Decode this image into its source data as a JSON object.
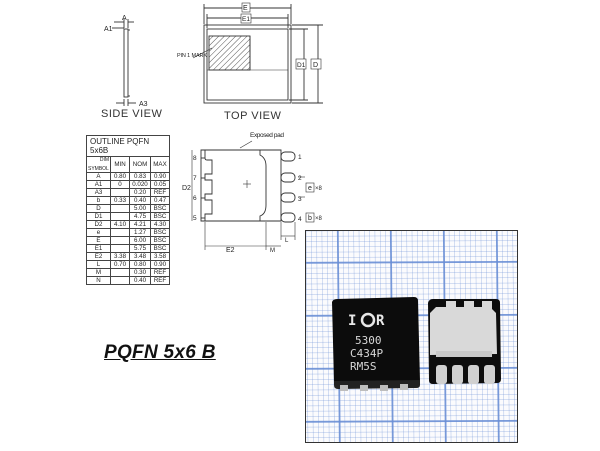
{
  "side_view": {
    "title": "SIDE VIEW",
    "dim_a": "A",
    "dim_a1": "A1",
    "dim_a3": "A3"
  },
  "top_view": {
    "title": "TOP VIEW",
    "dim_e": "E",
    "dim_e1": "E1",
    "dim_d": "D",
    "dim_d1": "D1",
    "pin_mark": "PIN 1 MARK"
  },
  "bottom_view": {
    "exposed_pad": "Exposed pad",
    "dim_d2": "D2",
    "dim_e2": "E2",
    "dim_m": "M",
    "dim_l": "L",
    "dim_e_pitch": "e",
    "dim_b": "b",
    "dim_x8_a": "×8",
    "dim_x8_b": "×8",
    "pins_left": [
      "8",
      "7",
      "6",
      "5"
    ],
    "pins_right": [
      "1",
      "2",
      "3",
      "4"
    ]
  },
  "outline_table": {
    "title": "OUTLINE  PQFN  5x6B",
    "header_dim": "DIM",
    "header_symbol": "SYMBOL",
    "headers": [
      "MIN",
      "NOM",
      "MAX"
    ],
    "rows": [
      {
        "sym": "A",
        "vals": [
          "0.80",
          "0.83",
          "0.90"
        ]
      },
      {
        "sym": "A1",
        "vals": [
          "0",
          "0.020",
          "0.05"
        ]
      },
      {
        "sym": "A3",
        "vals": [
          "",
          "0.20",
          "REF"
        ]
      },
      {
        "sym": "b",
        "vals": [
          "0.33",
          "0.40",
          "0.47"
        ]
      },
      {
        "sym": "D",
        "vals": [
          "",
          "5.00",
          "BSC"
        ]
      },
      {
        "sym": "D1",
        "vals": [
          "",
          "4.75",
          "BSC"
        ]
      },
      {
        "sym": "D2",
        "vals": [
          "4.10",
          "4.21",
          "4.30"
        ]
      },
      {
        "sym": "e",
        "vals": [
          "",
          "1.27",
          "BSC"
        ]
      },
      {
        "sym": "E",
        "vals": [
          "",
          "6.00",
          "BSC"
        ]
      },
      {
        "sym": "E1",
        "vals": [
          "",
          "5.75",
          "BSC"
        ]
      },
      {
        "sym": "E2",
        "vals": [
          "3.38",
          "3.48",
          "3.58"
        ]
      },
      {
        "sym": "L",
        "vals": [
          "0.70",
          "0.80",
          "0.90"
        ]
      },
      {
        "sym": "M",
        "vals": [
          "",
          "0.30",
          "REF"
        ]
      },
      {
        "sym": "N",
        "vals": [
          "",
          "0.40",
          "REF"
        ]
      }
    ]
  },
  "caption": "PQFN 5x6 B",
  "photo": {
    "chip_marking": [
      "5300",
      "C434P",
      "RM5S"
    ],
    "logo_text": "I",
    "logo_mark": "R"
  },
  "colors": {
    "grid_blue": "#6a8fd6",
    "chip_body": "#0c0c0c",
    "pad_silver": "#d9d9d9",
    "line": "#333333"
  }
}
